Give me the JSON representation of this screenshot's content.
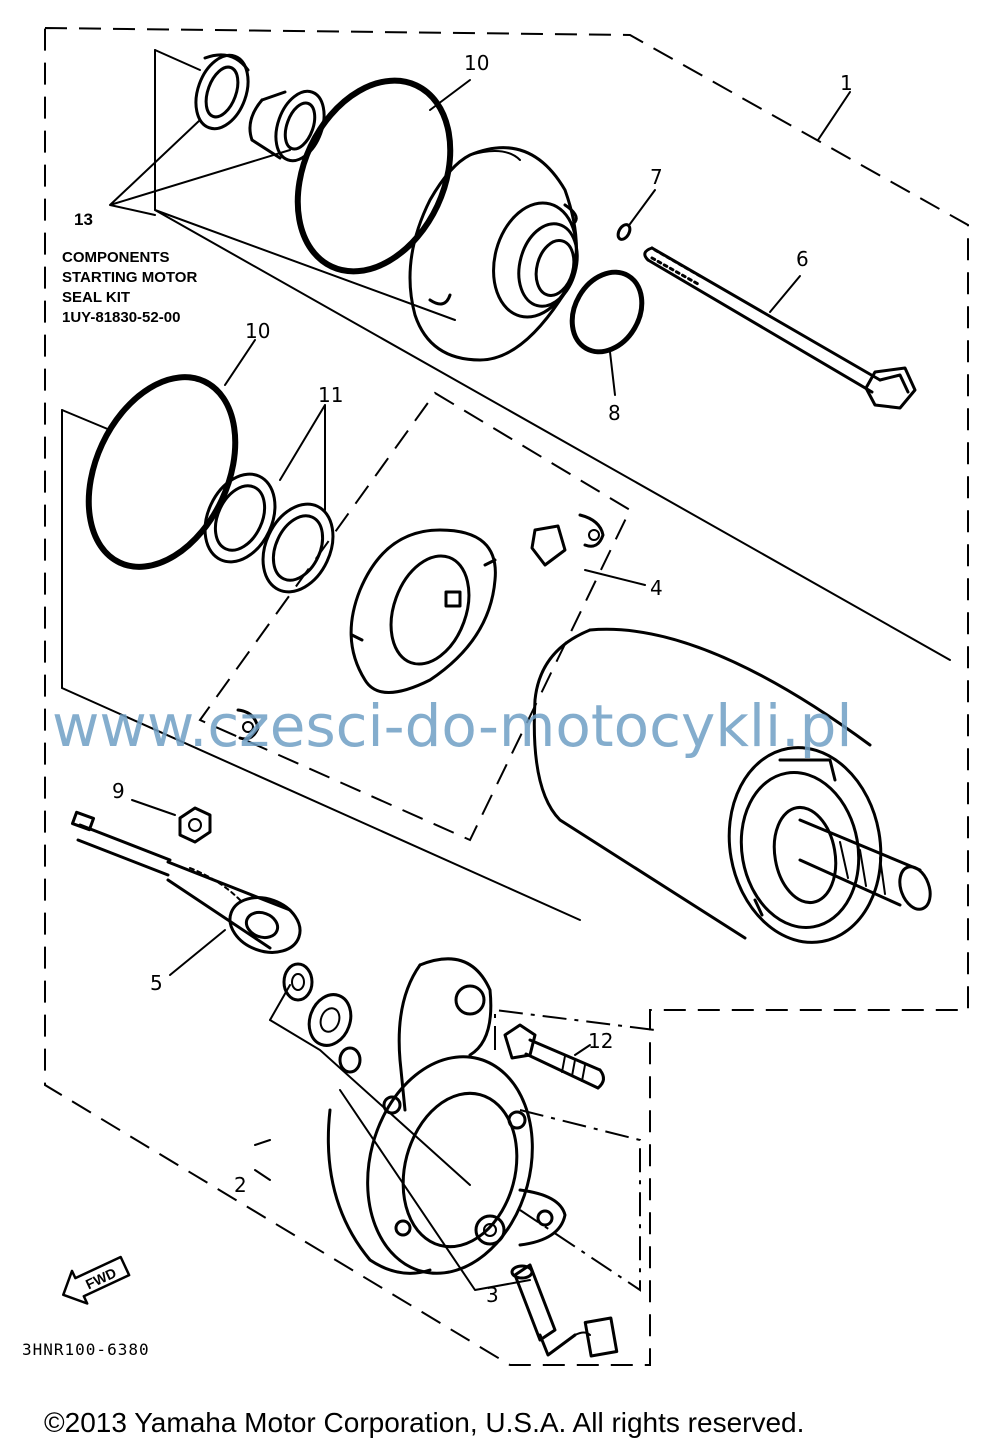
{
  "kit_label": {
    "line1": "COMPONENTS",
    "line2": "STARTING MOTOR",
    "line3": "SEAL KIT",
    "line4": "1UY-81830-52-00"
  },
  "callouts": {
    "c1": "1",
    "c2": "2",
    "c3": "3",
    "c4": "4",
    "c5": "5",
    "c6": "6",
    "c7": "7",
    "c8": "8",
    "c9": "9",
    "c10_top": "10",
    "c10_mid": "10",
    "c11": "11",
    "c12": "12",
    "c13": "13"
  },
  "fwd_label": "FWD",
  "drawing_code": "3HNR100-6380",
  "watermark": "www.czesci-do-motocykli.pl",
  "copyright": "©2013 Yamaha Motor Corporation, U.S.A. All rights reserved."
}
